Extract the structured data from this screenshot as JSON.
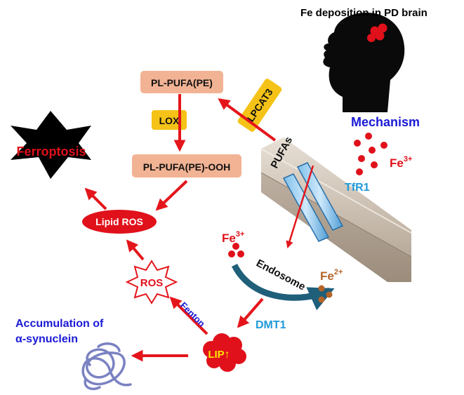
{
  "title": "Fe deposition in PD brain",
  "mechanism": "Mechanism",
  "nodes": {
    "pl_pufa": "PL-PUFA(PE)",
    "pl_pufa_ooh": "PL-PUFA(PE)-OOH",
    "lox": "LOX",
    "lpcat3": "LPCAT3",
    "pufas": "PUFAs",
    "ferroptosis": "Ferroptosis",
    "lipid_ros": "Lipid ROS",
    "ros": "ROS",
    "fenton": "Fenton",
    "lip": "LIP",
    "lip_arrow": "↑",
    "tfr1": "TfR1",
    "dmt1": "DMT1",
    "endosome": "Endosome",
    "accumulation_line1": "Accumulation of",
    "accumulation_line2": "α-synuclein"
  },
  "iron": {
    "fe": "Fe",
    "fe3_charge": "3+",
    "fe2_charge": "2+"
  },
  "colors": {
    "arrow_red": "#e4161b",
    "salmon_box": "#f2b394",
    "yellow_tag": "#f5c217",
    "blue_label": "#1f9ad8",
    "navy_text": "#1a1ad6",
    "fe3_red": "#e0111a",
    "fe2_brown": "#b5652a",
    "endosome_arrow": "#1f5f7a"
  }
}
